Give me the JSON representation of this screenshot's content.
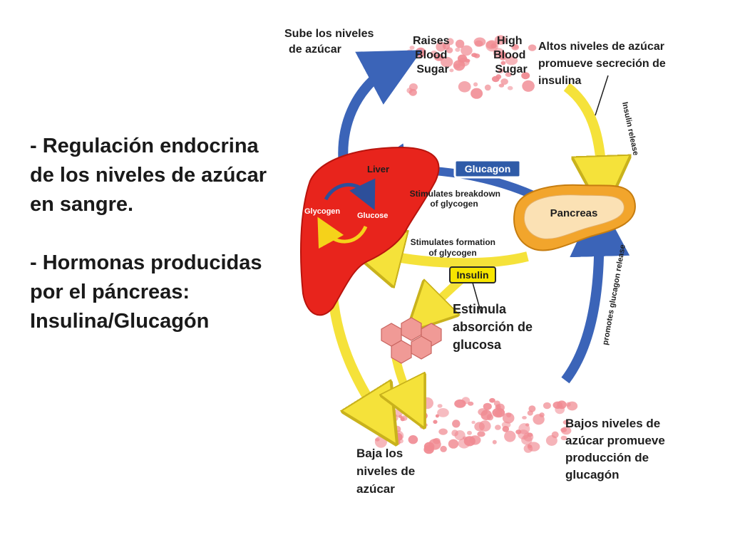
{
  "text": {
    "bullet_1": "- Regulación endocrina de los niveles de azúcar en sangre.",
    "bullet_2": "- Hormonas producidas por el páncreas: Insulina/Glucagón"
  },
  "diagram": {
    "labels": {
      "raise_es_1": "Sube los niveles",
      "raise_es_2": "de azúcar",
      "raises_1": "Raises",
      "raises_2": "Blood",
      "raises_3": "Sugar",
      "high_1": "High",
      "high_2": "Blood",
      "high_3": "Sugar",
      "altos_1": "Altos niveles de azúcar",
      "altos_2": "promueve secreción de",
      "altos_3": "insulina",
      "insulin_release": "Insulin release",
      "liver": "Liver",
      "glycogen": "Glycogen",
      "glucose": "Glucose",
      "glucagon": "Glucagon",
      "breakdown_1": "Stimulates breakdown",
      "breakdown_2": "of glycogen",
      "pancreas": "Pancreas",
      "formation_1": "Stimulates formation",
      "formation_2": "of glycogen",
      "insulin": "Insulin",
      "estimula_1": "Estimula",
      "estimula_2": "absorción de",
      "estimula_3": "glucosa",
      "glucagon_release": "promotes glucagon release",
      "baja_1": "Baja los",
      "baja_2": "niveles de",
      "baja_3": "azúcar",
      "bajos_1": "Bajos niveles de",
      "bajos_2": "azúcar promueve",
      "bajos_3": "producción de",
      "bajos_4": "glucagón"
    },
    "colors": {
      "liver": "#e8241c",
      "pancreas": "#f2a52c",
      "glucagon_tag": "#2f5ba8",
      "insulin_tag": "#f7e500",
      "yellow_arrow": "#f5e23a",
      "blue_arrow": "#3b64b8",
      "blood_cells": "#f08a92"
    }
  }
}
